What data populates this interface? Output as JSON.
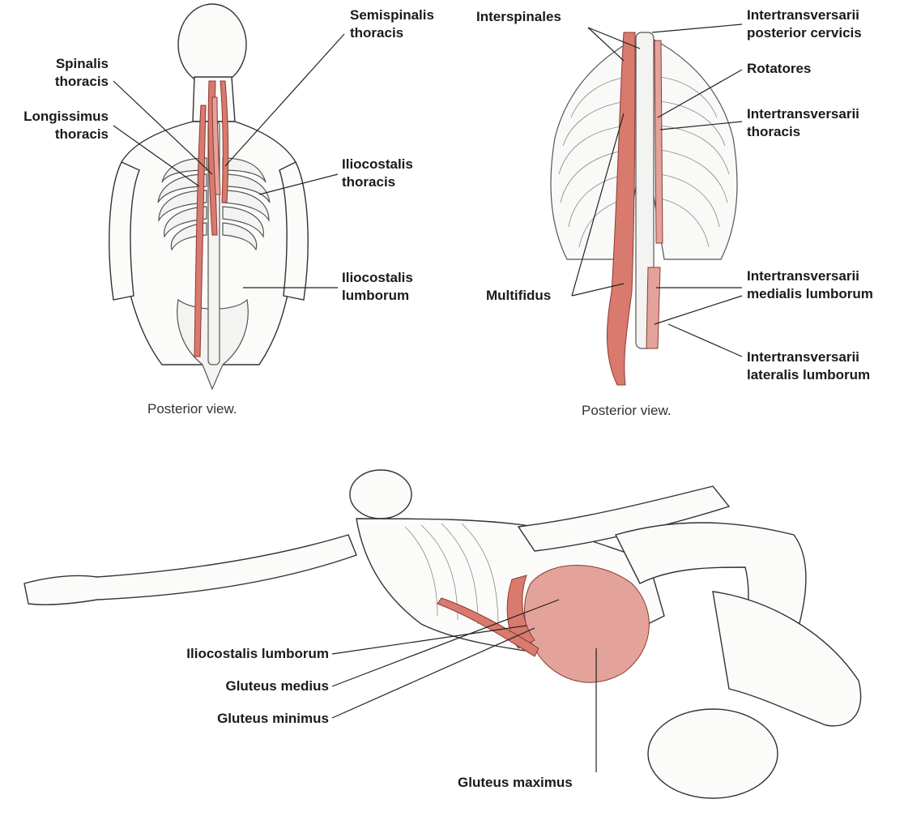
{
  "panel_left": {
    "labels": {
      "semispinalis": [
        "Semispinalis",
        "thoracis"
      ],
      "spinalis": [
        "Spinalis",
        "thoracis"
      ],
      "longissimus": [
        "Longissimus",
        "thoracis"
      ],
      "iliocostalis_thoracis": [
        "Iliocostalis",
        "thoracis"
      ],
      "iliocostalis_lumborum": [
        "Iliocostalis",
        "lumborum"
      ]
    },
    "caption": "Posterior view."
  },
  "panel_right": {
    "labels": {
      "interspinales": "Interspinales",
      "itv_post_cervicis": [
        "Intertransversarii",
        "posterior cervicis"
      ],
      "rotatores": "Rotatores",
      "itv_thoracis": [
        "Intertransversarii",
        "thoracis"
      ],
      "multifidus": "Multifidus",
      "itv_medialis": [
        "Intertransversarii",
        "medialis lumborum"
      ],
      "itv_lateralis": [
        "Intertransversarii",
        "lateralis lumborum"
      ]
    },
    "caption": "Posterior view."
  },
  "panel_bottom": {
    "labels": {
      "iliocostalis_lumborum": "Iliocostalis lumborum",
      "gluteus_medius": "Gluteus medius",
      "gluteus_minimus": "Gluteus minimus",
      "gluteus_maximus": "Gluteus maximus"
    }
  },
  "colors": {
    "muscle": "#d97a6e",
    "muscle_light": "#e3a39a",
    "bone": "#f3f3f1"
  }
}
